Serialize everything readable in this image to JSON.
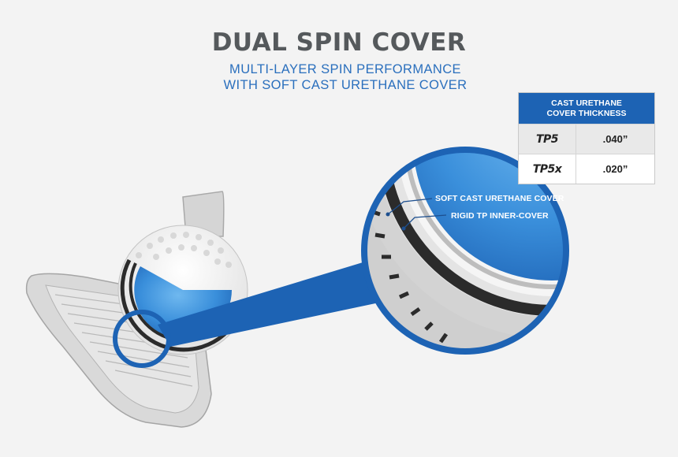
{
  "header": {
    "title": "DUAL SPIN COVER",
    "subtitle_line1": "MULTI-LAYER SPIN PERFORMANCE",
    "subtitle_line2": "WITH SOFT CAST URETHANE COVER"
  },
  "table": {
    "header_line1": "CAST URETHANE",
    "header_line2": "COVER THICKNESS",
    "rows": [
      {
        "model": "TP5",
        "value": ".040”"
      },
      {
        "model": "TP5x",
        "value": ".020”"
      }
    ]
  },
  "callouts": {
    "outer_layer": "SOFT CAST URETHANE COVER",
    "inner_layer": "RIGID TP INNER-COVER"
  },
  "colors": {
    "brand_blue": "#1d63b4",
    "accent_blue": "#2a6fbd",
    "title_gray": "#55595c",
    "background": "#f3f3f3"
  }
}
